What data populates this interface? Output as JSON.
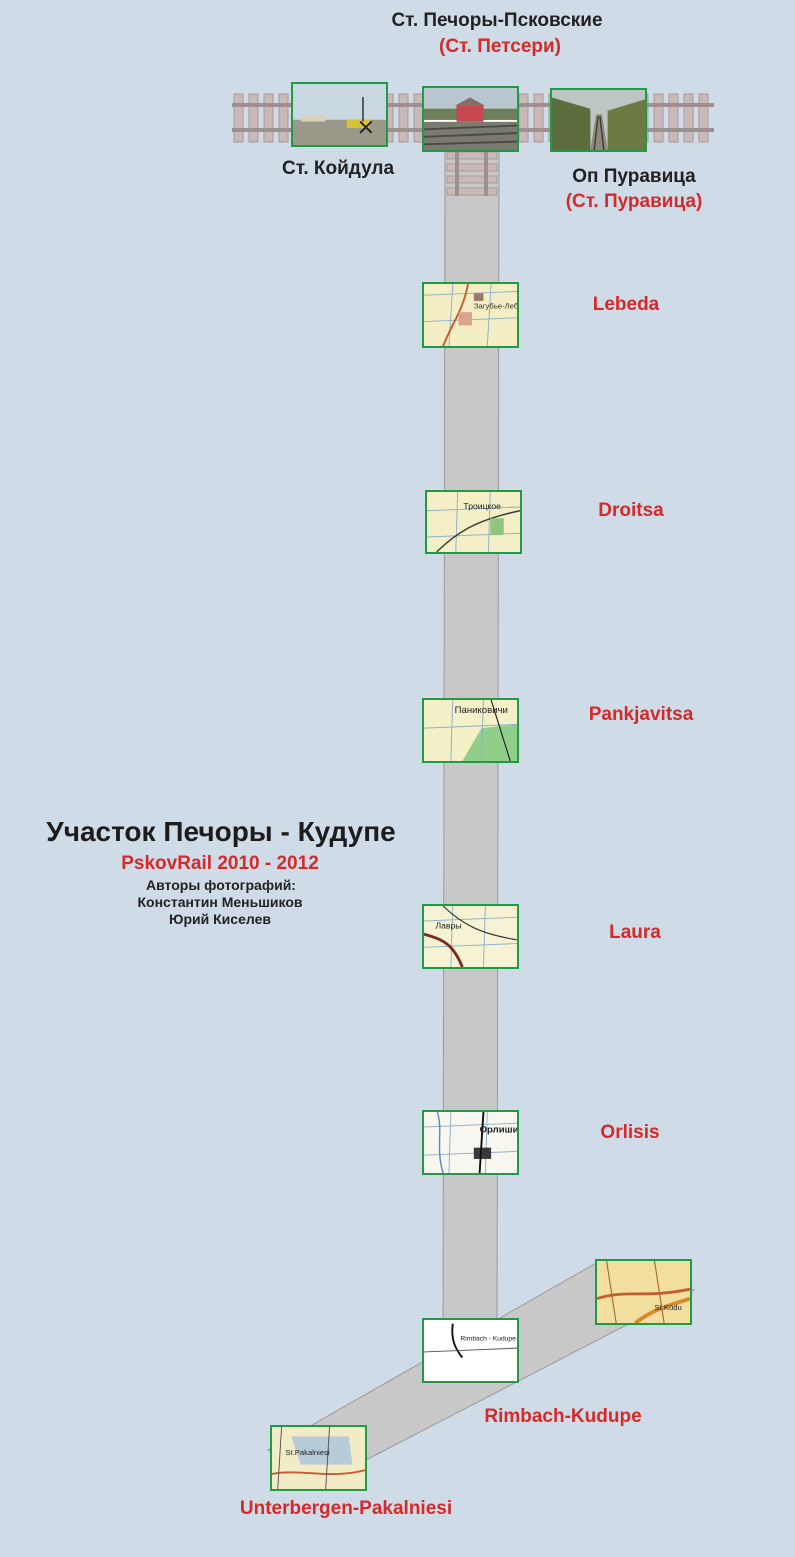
{
  "header": {
    "station": "Ст. Печоры-Псковские",
    "station_alt": "(Ст. Петсери)"
  },
  "side_stations": {
    "left": "Ст. Койдула",
    "right": "Оп Пуравица",
    "right_alt": "(Ст. Пуравица)"
  },
  "stops": [
    {
      "name": "Lebeda",
      "map_text": "Загубье-Лебедь"
    },
    {
      "name": "Droitsa",
      "map_text": "Троицкое"
    },
    {
      "name": "Pankjavitsa",
      "map_text": "Паниковичи"
    },
    {
      "name": "Laura",
      "map_text": "Лавры"
    },
    {
      "name": "Orlisis",
      "map_text": "Орлиши"
    },
    {
      "name": "Rimbach-Kudupe",
      "map_text": "Rimbach - Kudupe"
    },
    {
      "name": "Unterbergen-Pakalniesi",
      "map_text": "St.Pakalniesi"
    }
  ],
  "branch_map_text": "St.Kūdu",
  "info": {
    "title": "Участок Печоры - Кудупе",
    "subtitle": "PskovRail  2010 - 2012",
    "authors_label": "Авторы фотографий:",
    "author_1": "Константин Меньшиков",
    "author_2": "Юрий Киселев"
  },
  "colors": {
    "background": "#cfdbe6",
    "corridor": "#c8c8c8",
    "frame": "#1f9a46",
    "accent": "#d42a2a"
  }
}
